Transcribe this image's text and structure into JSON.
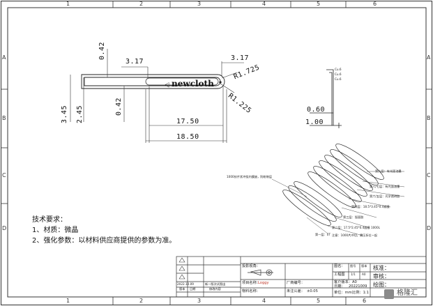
{
  "grid": {
    "cols": [
      "1",
      "2",
      "3",
      "4",
      "5",
      "6"
    ],
    "rows": [
      "A",
      "B",
      "C",
      "D"
    ]
  },
  "dims": {
    "d042_top": "0.42",
    "d317_left": "3.17",
    "d317_right": "3.17",
    "r1725": "R1.725",
    "r1225": "R1.225",
    "d345": "3.45",
    "d245": "2.45",
    "d042_mid": "0.42",
    "d1750": "17.50",
    "d1850": "18.50",
    "d060": "0.60",
    "d100": "1.00",
    "side_tag_top": "Cu.6",
    "side_tag_mid": "Cu.6",
    "side_tag_bot": "Cu.6"
  },
  "logo": {
    "text": "newcloth"
  },
  "layers": {
    "top_callout": "1000技片状冲绕内膜嵌，防粉装层",
    "l1": "第九层：有光面油墨",
    "l2": "第八/七层：有光面油墨",
    "l3": "第六/五层：光学透明胶",
    "l4": "第四层：18.5*3.45*0.4紧膜",
    "l5": "第三层：弧面胶",
    "l6": "第二层：17.5*2.45*0.4面膜 1000L",
    "l7": "注意：1000片冲切，需压折位一起",
    "l8": "第一层：0T"
  },
  "notes": {
    "heading": "技术要求：",
    "item1": "1、材质：微晶",
    "item2": "2、强化参数：以材料供应商提供的参数为准。"
  },
  "titleblock": {
    "proj_label": "投影视角：",
    "ver_row1": "2022.10.09",
    "ver_row2": "新一版次试图出",
    "ver_hdr1": "版本",
    "ver_hdr2": "日期",
    "ver_hdr3": "修改内容",
    "part_no_label": "项目名称：",
    "part_no_value": "Loggy",
    "material_label": "物料名称：",
    "factory_label": "厂商编号：",
    "tolerance_label": "未注公差：",
    "tolerance_value": "±0.05",
    "drawing_label": "图名：",
    "sheet_label": "图号",
    "sheet_no": "版本",
    "draw_code": "A0",
    "process_label": "工程图",
    "page_value": "1/1",
    "customer_label": "客户版本：A0",
    "date_label": "日期：",
    "date_value": "20221009",
    "unit_label": "单位：mm",
    "scale_label": "比例：1:1",
    "review_label": "核准：",
    "check_label": "审核：",
    "draw_label": "绘图："
  },
  "watermark": "格隆汇"
}
